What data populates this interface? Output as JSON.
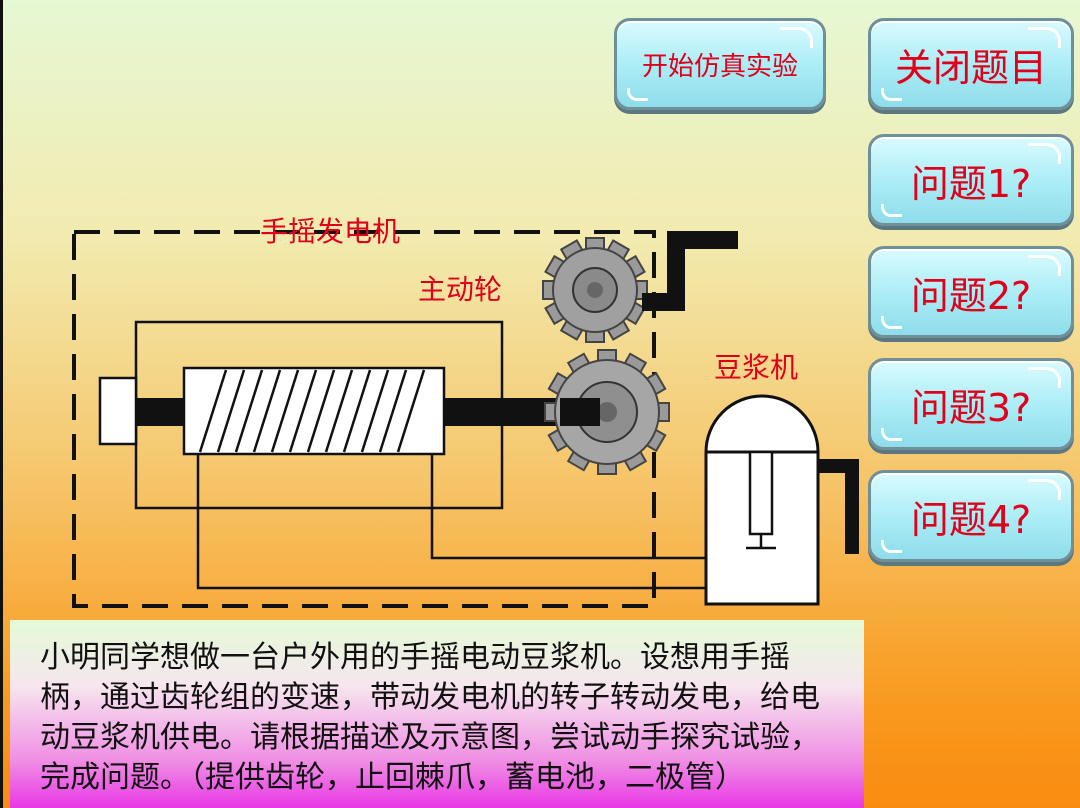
{
  "buttons": {
    "start": "开始仿真实验",
    "close": "关闭题目",
    "q1": "问题1?",
    "q2": "问题2?",
    "q3": "问题3?",
    "q4": "问题4?"
  },
  "diagram": {
    "generator_label": "手摇发电机",
    "drive_gear_label": "主动轮",
    "soymilk_label": "豆浆机"
  },
  "description": "小明同学想做一台户外用的手摇电动豆浆机。设想用手摇柄，通过齿轮组的变速，带动发电机的转子转动发电，给电动豆浆机供电。请根据描述及示意图，尝试动手探究试验，完成问题。（提供齿轮，止回棘爪，蓄电池，二极管）",
  "colors": {
    "label_red": "#e0001a",
    "button_cyan": "#a9ecf6"
  }
}
